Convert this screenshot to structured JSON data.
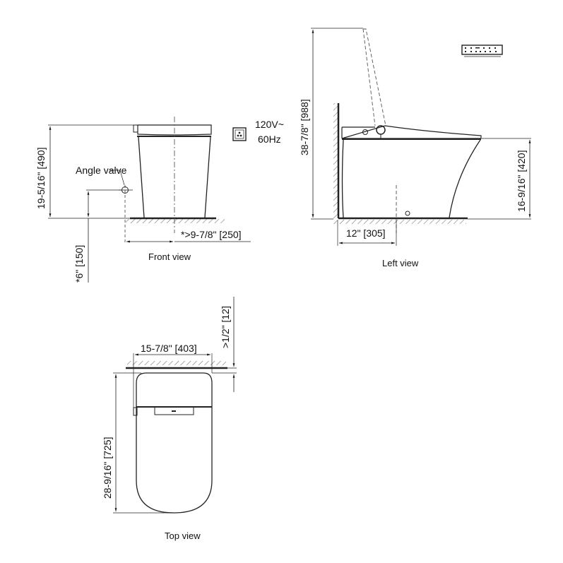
{
  "diagram": {
    "type": "technical-dimension-drawing",
    "subject": "toilet",
    "views": {
      "front": {
        "caption": "Front view",
        "callout_angle_valve": "Angle valve",
        "dim_height": "19-5/16\" [490]",
        "dim_valve_height": "*6\" [150]",
        "dim_valve_offset": "*>9-7/8\" [250]"
      },
      "power": {
        "line1": "120V~",
        "line2": "60Hz",
        "icon": "power-outlet-icon"
      },
      "left": {
        "caption": "Left view",
        "dim_total_height": "38-7/8\" [988]",
        "dim_seat_height": "16-9/16\" [420]",
        "dim_rough_in": "12\" [305]",
        "icon": "remote-control-icon"
      },
      "top": {
        "caption": "Top view",
        "dim_width": "15-7/8\" [403]",
        "dim_depth": "28-9/16\" [725]",
        "dim_wall_gap": ">1/2\" [12]"
      }
    },
    "colors": {
      "line": "#222222",
      "hatch": "#777777",
      "background": "#ffffff"
    }
  }
}
